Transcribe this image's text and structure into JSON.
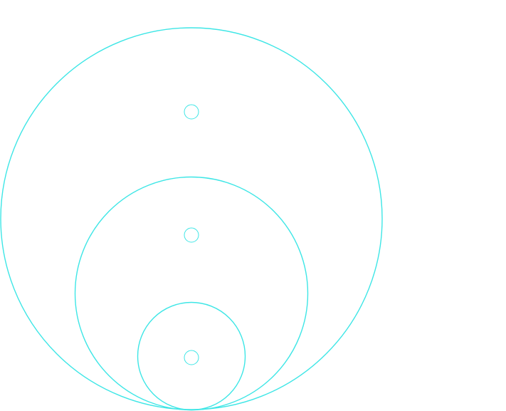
{
  "stroke_color": "#3ee6e6",
  "background_color": "#ffffff",
  "circles": [
    {
      "name": "outer-circle",
      "center_dot": "outer-center-marker"
    },
    {
      "name": "middle-circle",
      "center_dot": "middle-center-marker"
    },
    {
      "name": "inner-circle",
      "center_dot": "inner-center-marker"
    }
  ]
}
